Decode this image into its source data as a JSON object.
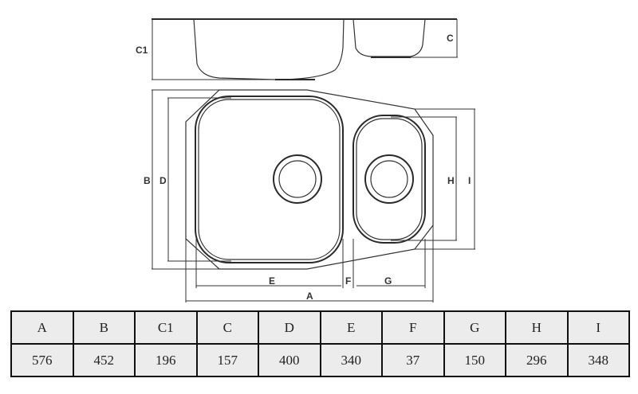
{
  "diagram": {
    "labels": {
      "C1": "C1",
      "C": "C",
      "B": "B",
      "D": "D",
      "H": "H",
      "I": "I",
      "E": "E",
      "F": "F",
      "G": "G",
      "A": "A"
    }
  },
  "table": {
    "headers": [
      "A",
      "B",
      "C1",
      "C",
      "D",
      "E",
      "F",
      "G",
      "H",
      "I"
    ],
    "values": [
      "576",
      "452",
      "196",
      "157",
      "400",
      "340",
      "37",
      "150",
      "296",
      "348"
    ]
  }
}
